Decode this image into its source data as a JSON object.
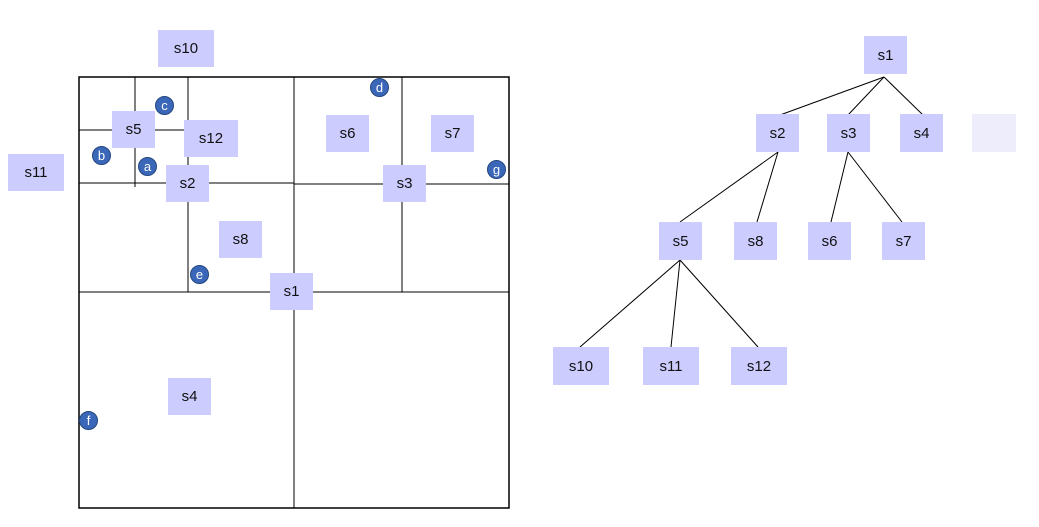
{
  "region_labels": {
    "s1": "s1",
    "s2": "s2",
    "s3": "s3",
    "s4": "s4",
    "s5": "s5",
    "s6": "s6",
    "s7": "s7",
    "s8": "s8",
    "s10": "s10",
    "s11": "s11",
    "s12": "s12"
  },
  "points": {
    "a": "a",
    "b": "b",
    "c": "c",
    "d": "d",
    "e": "e",
    "f": "f",
    "g": "g"
  },
  "tree": {
    "nodes": {
      "s1": "s1",
      "s2": "s2",
      "s3": "s3",
      "s4": "s4",
      "s5": "s5",
      "s6": "s6",
      "s7": "s7",
      "s8": "s8",
      "s10": "s10",
      "s11": "s11",
      "s12": "s12"
    },
    "edges": [
      [
        "s1",
        "s2"
      ],
      [
        "s1",
        "s3"
      ],
      [
        "s1",
        "s4"
      ],
      [
        "s2",
        "s5"
      ],
      [
        "s2",
        "s8"
      ],
      [
        "s3",
        "s6"
      ],
      [
        "s3",
        "s7"
      ],
      [
        "s5",
        "s10"
      ],
      [
        "s5",
        "s11"
      ],
      [
        "s5",
        "s12"
      ]
    ]
  },
  "colors": {
    "label_fill": "#ccccff",
    "point_fill": "#3a67b8",
    "line": "#000000"
  }
}
